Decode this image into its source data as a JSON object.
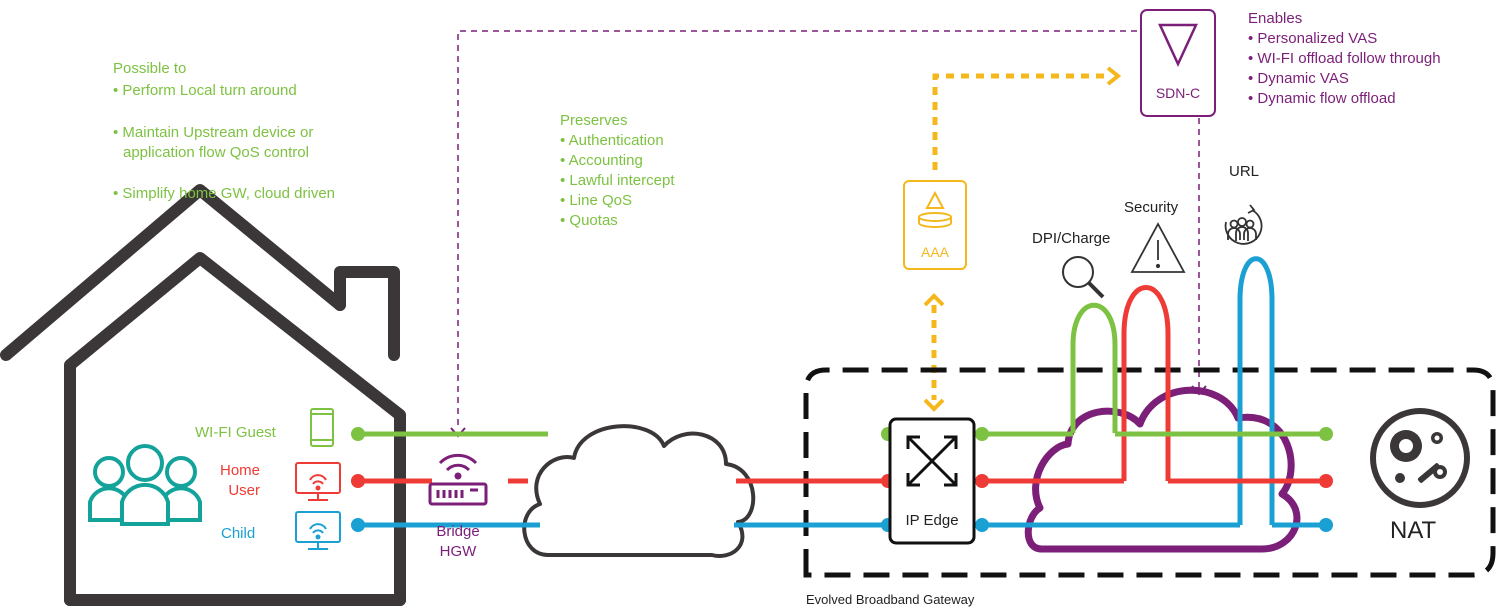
{
  "colors": {
    "green": "#7dc242",
    "red": "#ef3b36",
    "blue": "#1aa0d2",
    "purple": "#7b1f78",
    "yellow": "#f5b81c",
    "dark": "#3b3738"
  },
  "possible": {
    "heading": "Possible to",
    "items": [
      "Perform Local turn around",
      "Maintain Upstream device or",
      "application flow QoS control",
      "Simplify home GW, cloud driven"
    ]
  },
  "preserves": {
    "heading": "Preserves",
    "items": [
      "Authentication",
      "Accounting",
      "Lawful intercept",
      "Line QoS",
      "Quotas"
    ]
  },
  "enables": {
    "heading": "Enables",
    "items": [
      "Personalized VAS",
      "WI-FI offload follow through",
      "Dynamic VAS",
      "Dynamic flow offload"
    ]
  },
  "devices": {
    "guest": "WI-FI Guest",
    "home_user_1": "Home",
    "home_user_2": "User",
    "child": "Child"
  },
  "bridge": {
    "line1": "Bridge",
    "line2": "HGW"
  },
  "sdn_label": "SDN-C",
  "aaa_label": "AAA",
  "ip_edge_label": "IP Edge",
  "services": {
    "dpi": "DPI/Charge",
    "security": "Security",
    "url": "URL"
  },
  "nat_label": "NAT",
  "gateway_label": "Evolved Broadband Gateway"
}
